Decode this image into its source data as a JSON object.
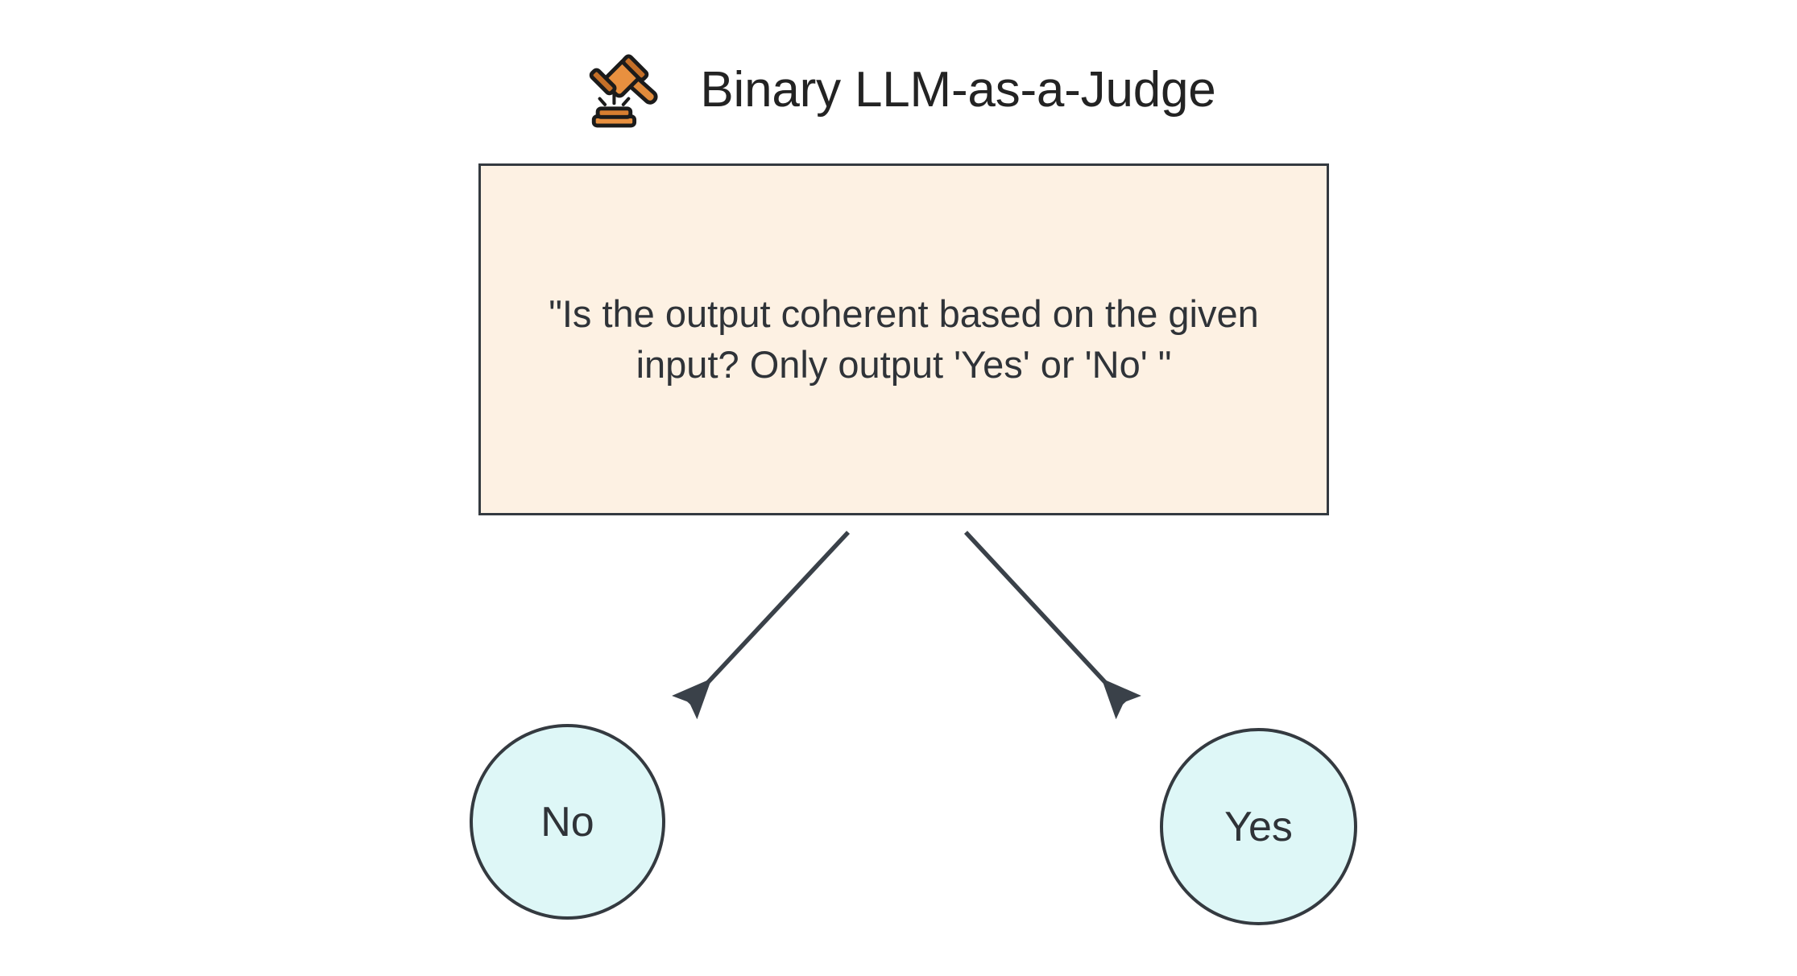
{
  "header": {
    "icon": "gavel-icon",
    "title": "Binary LLM-as-a-Judge"
  },
  "prompt": {
    "text": "\"Is the output coherent based on the given input? Only output 'Yes' or 'No' \"",
    "fill_color": "#FDF1E3",
    "border_color": "#343A40"
  },
  "outcomes": [
    {
      "id": "no",
      "label": "No",
      "fill_color": "#DEF7F7",
      "border_color": "#343A40"
    },
    {
      "id": "yes",
      "label": "Yes",
      "fill_color": "#DEF7F7",
      "border_color": "#343A40"
    }
  ],
  "edges": [
    {
      "id": "edge-to-no",
      "from": "prompt",
      "to": "no",
      "color": "#343A40"
    },
    {
      "id": "edge-to-yes",
      "from": "prompt",
      "to": "yes",
      "color": "#343A40"
    }
  ],
  "canvas": {
    "background": "#FFFFFF"
  }
}
